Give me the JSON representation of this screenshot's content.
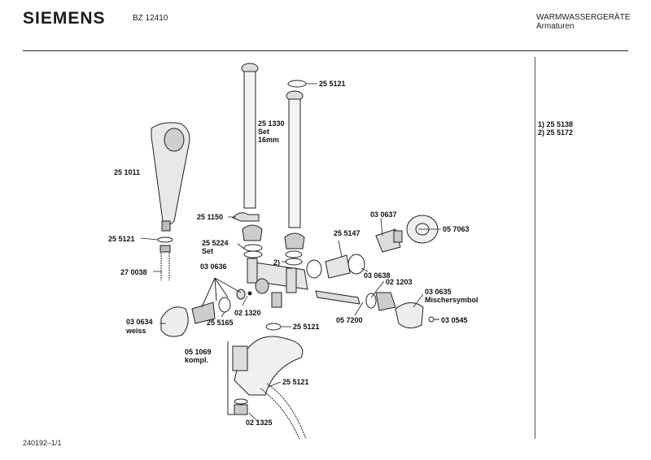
{
  "header": {
    "brand": "SIEMENS",
    "model": "BZ 12410",
    "category_line1": "WARMWASSERGERÄTE",
    "category_line2": "Armaturen"
  },
  "footer": {
    "code": "240192–1/1"
  },
  "notes": [
    "1) 25 5138",
    "2) 25 5172"
  ],
  "parts": {
    "p251011": "25 1011",
    "p255121_hose": "25 5121",
    "p270038": "27 0038",
    "p251330_a": "25 1330",
    "p251330_b": "Set",
    "p251330_c": "16mm",
    "p255121_top": "25 5121",
    "p251150": "25 1150",
    "p255224_a": "25 5224",
    "p255224_b": "Set",
    "p2_marker": "2)",
    "p030636": "03 0636",
    "p030637": "03 0637",
    "p057063": "05 7063",
    "p255147": "25 5147",
    "p030638": "03 0638",
    "p021203": "02 1203",
    "p021320": "02 1320",
    "p030634_a": "03 0634",
    "p030634_b": "weiss",
    "p255165": "25 5165",
    "p255121_mid": "25 5121",
    "p057200": "05 7200",
    "p030635_a": "03 0635",
    "p030635_b": "Mischersymbol",
    "p030545": "03 0545",
    "p051069_a": "05 1069",
    "p051069_b": "kompl.",
    "p255121_low": "25 5121",
    "p021325": "02 1325"
  }
}
